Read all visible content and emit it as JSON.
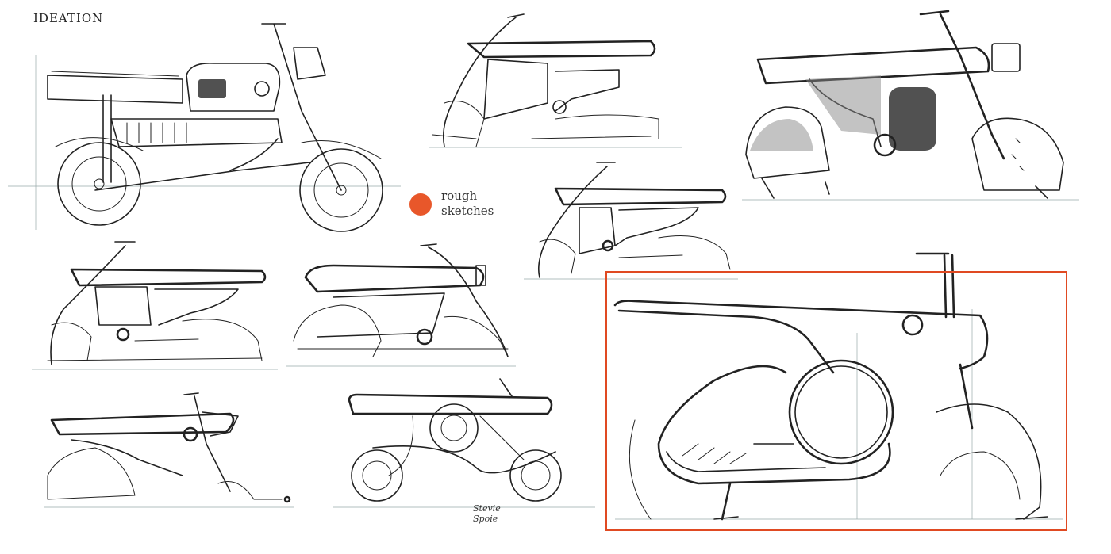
{
  "header": {
    "title": "IDEATION"
  },
  "legend": {
    "marker_color": "#e8572a",
    "line1": "rough",
    "line2": "sketches"
  },
  "signature": {
    "line1": "Stevie",
    "line2": "Spoie"
  },
  "highlight": {
    "color": "#e04a22"
  },
  "sketches": [
    {
      "id": "retro-moped-reference"
    },
    {
      "id": "concept-a-top-center"
    },
    {
      "id": "concept-b-rendered-top-right"
    },
    {
      "id": "concept-c-middle-center"
    },
    {
      "id": "concept-d-left-row2"
    },
    {
      "id": "concept-e-center-row2"
    },
    {
      "id": "concept-f-left-row3"
    },
    {
      "id": "concept-g-center-row3"
    },
    {
      "id": "concept-h-selected-large"
    }
  ]
}
